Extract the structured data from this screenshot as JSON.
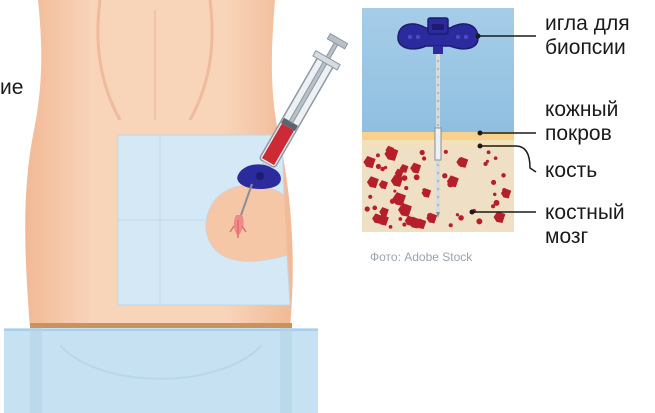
{
  "labels": {
    "left_partial": "ие",
    "needle": "игла для\nбиопсии",
    "skin": "кожный\nпокров",
    "bone": "кость",
    "marrow": "костный\nмозг"
  },
  "credit": "Фото: Adobe Stock",
  "colors": {
    "skin": "#f6cfb0",
    "skin_shadow": "#e7ac8b",
    "drape": "#cfe5f2",
    "sky": "#9cc6e4",
    "bone_fill": "#efdfc5",
    "marrow_dot": "#b51f2a",
    "needle_handle": "#2c2b9e",
    "syringe_fluid": "#cc2a34"
  }
}
